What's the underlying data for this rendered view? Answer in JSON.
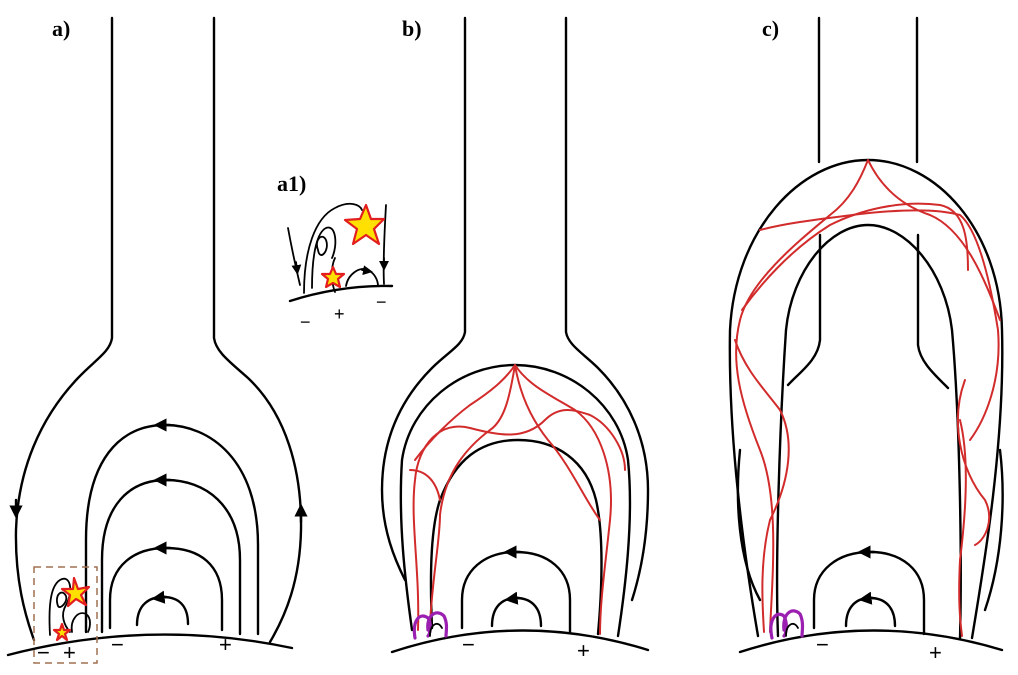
{
  "panels": {
    "a": {
      "label": "a)",
      "polarity": [
        "−",
        "+",
        "−",
        "+"
      ]
    },
    "a1": {
      "label": "a1)",
      "polarity": [
        "−",
        "+",
        "−"
      ]
    },
    "b": {
      "label": "b)",
      "polarity": [
        "−",
        "+"
      ]
    },
    "c": {
      "label": "c)",
      "polarity": [
        "−",
        "+"
      ]
    }
  },
  "colors": {
    "field_lines": "#000000",
    "flux_rope_twist": "#d22b2b",
    "small_loops": "#9b1fb0",
    "flare_star_fill": "#ffe000",
    "flare_star_outline": "#e21e1e",
    "inset_box": "#a07050"
  },
  "icons": [
    "arrow-icon",
    "flare-star-icon"
  ]
}
